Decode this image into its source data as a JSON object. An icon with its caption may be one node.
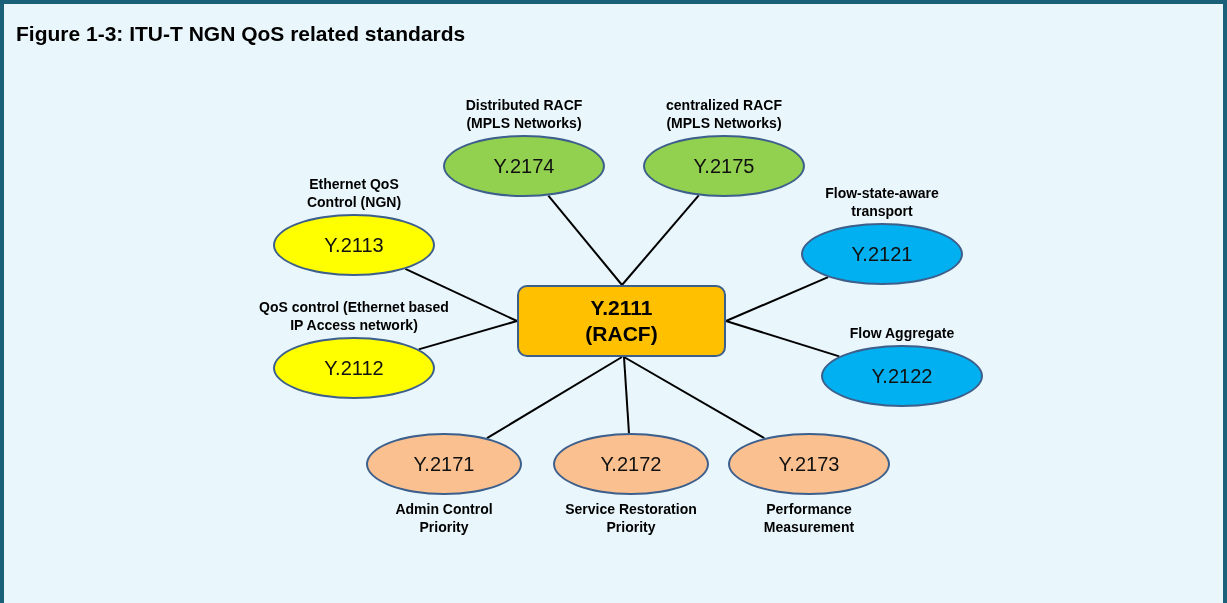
{
  "diagram": {
    "title": "Figure 1-3: ITU-T NGN QoS related standards",
    "nodes": [
      {
        "text": [
          "Y.2111 (RACF)"
        ]
      },
      {
        "text": [
          "Y.2174"
        ],
        "beside": [
          "Distributed RACF (MPLS Networks)"
        ]
      },
      {
        "text": [
          "Y.2175"
        ],
        "beside": [
          "centralized RACF (MPLS Networks)"
        ]
      },
      {
        "text": [
          "Y.2113"
        ],
        "beside": [
          "Ethernet QoS Control (NGN)"
        ]
      },
      {
        "text": [
          "Y.2112"
        ],
        "beside": [
          "QoS control (Ethernet based IP Access network)"
        ]
      },
      {
        "text": [
          "Y.2121"
        ],
        "beside": [
          "Flow-state-aware transport"
        ]
      },
      {
        "text": [
          "Y.2122"
        ],
        "beside": [
          "Flow Aggregate"
        ]
      },
      {
        "text": [
          "Y.2171"
        ],
        "beside": [
          "Admin Control Priority"
        ]
      },
      {
        "text": [
          "Y.2172"
        ],
        "beside": [
          "Service Restoration Priority"
        ]
      },
      {
        "text": [
          "Y.2173"
        ],
        "beside": [
          "Performance Measurement"
        ]
      }
    ],
    "edges": [
      {
        "from": 0,
        "to": 1,
        "arrow": "none"
      },
      {
        "from": 0,
        "to": 2,
        "arrow": "none"
      },
      {
        "from": 0,
        "to": 3,
        "arrow": "none"
      },
      {
        "from": 0,
        "to": 4,
        "arrow": "none"
      },
      {
        "from": 0,
        "to": 5,
        "arrow": "none"
      },
      {
        "from": 0,
        "to": 6,
        "arrow": "none"
      },
      {
        "from": 0,
        "to": 7,
        "arrow": "none"
      },
      {
        "from": 0,
        "to": 8,
        "arrow": "none"
      },
      {
        "from": 0,
        "to": 9,
        "arrow": "none"
      }
    ]
  }
}
